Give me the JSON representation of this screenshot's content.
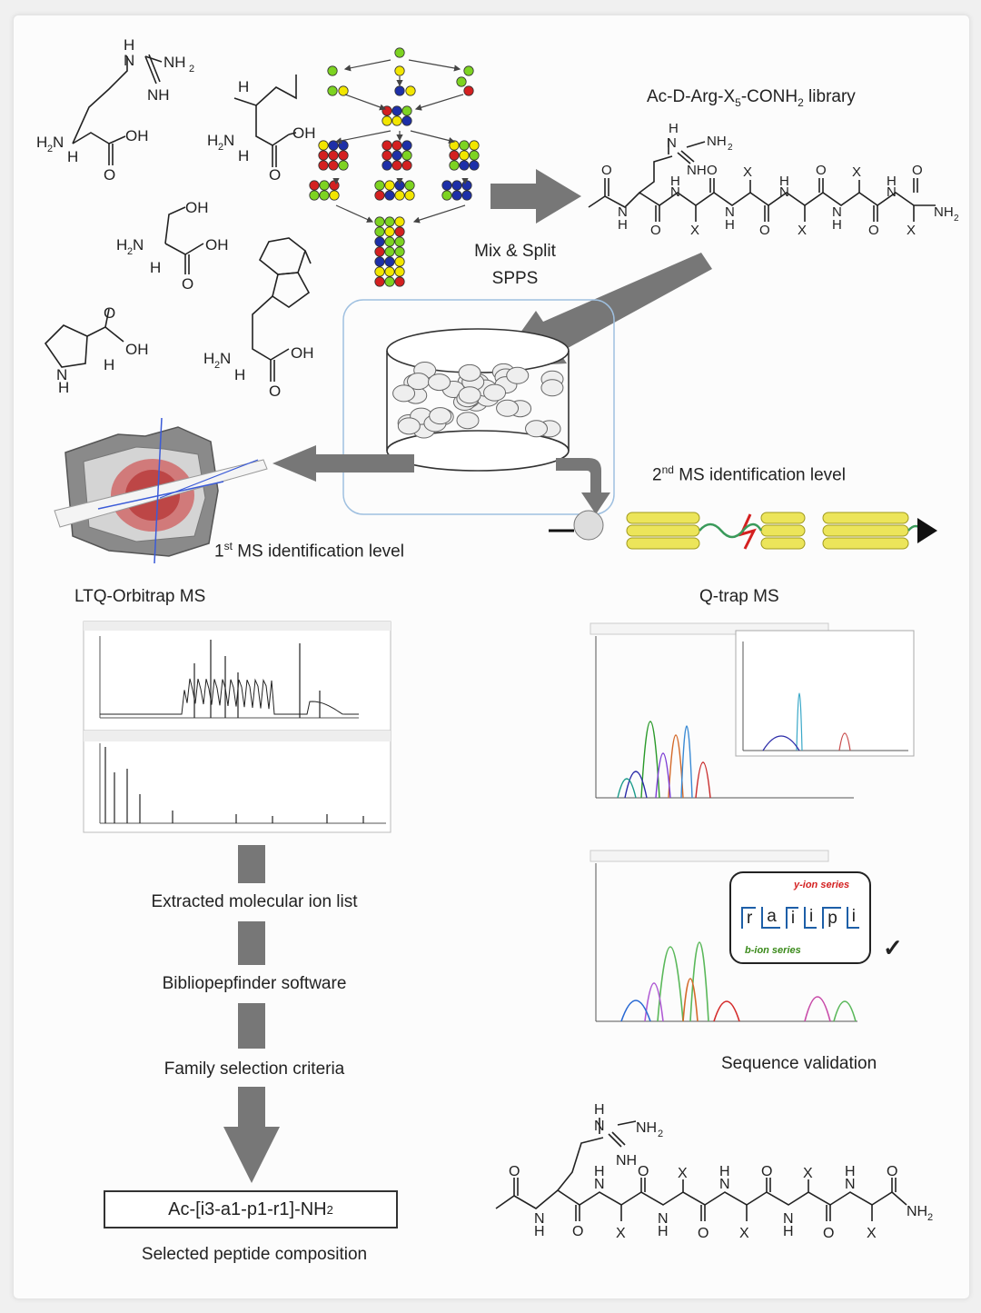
{
  "labels": {
    "library": "Ac-D-Arg-X",
    "library_sub": "5",
    "library_mid": "-CONH",
    "library_sub2": "2",
    "library_end": " library",
    "mix_split": "Mix & Split",
    "spps": "SPPS",
    "ms2_sup": "nd",
    "ms2_num": "2",
    "ms2_text": " MS identification level",
    "ms1_num": "1",
    "ms1_sup": "st",
    "ms1_text": " MS identification level",
    "ltq": "LTQ-Orbitrap MS",
    "qtrap": "Q-trap MS",
    "extracted": "Extracted molecular ion list",
    "biblio": "Bibliopepfinder software",
    "family": "Family selection criteria",
    "final_pre": "Ac-[i3-a1-p1-r1]-NH",
    "final_sub": "2",
    "selected": "Selected peptide composition",
    "sequence": "Sequence validation",
    "y_ion": "y-ion series",
    "b_ion": "b-ion series",
    "check": "✓",
    "seq_letters": [
      "r",
      "a",
      "i",
      "i",
      "p",
      "i"
    ]
  },
  "chem": {
    "nh2": "NH",
    "nh": "NH",
    "n": "N",
    "h": "H",
    "oh": "OH",
    "o": "O",
    "x": "X",
    "h2n": "H",
    "sub2": "2"
  },
  "colors": {
    "arrow": "#777777",
    "bead_yellow": "#f2e600",
    "bead_green": "#7dd321",
    "bead_red": "#d42020",
    "bead_blue": "#1d2fa8",
    "tube_yellow": "#ece55a",
    "accent_red": "#d42020"
  }
}
